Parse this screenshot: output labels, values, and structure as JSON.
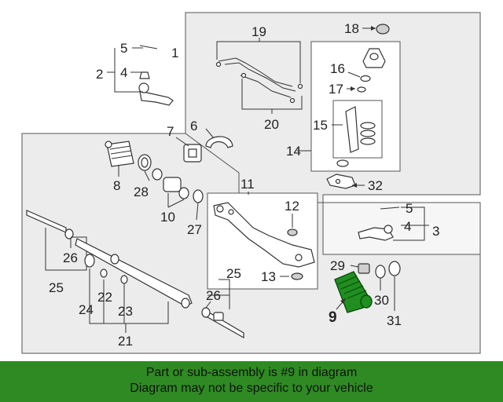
{
  "callouts": {
    "c1": "1",
    "c2": "2",
    "c3": "3",
    "c4a": "4",
    "c4b": "4",
    "c5a": "5",
    "c5b": "5",
    "c6": "6",
    "c7": "7",
    "c8": "8",
    "c9": "9",
    "c10": "10",
    "c11": "11",
    "c12": "12",
    "c13": "13",
    "c14": "14",
    "c15": "15",
    "c16": "16",
    "c17": "17",
    "c18": "18",
    "c19": "19",
    "c20": "20",
    "c21": "21",
    "c22": "22",
    "c23": "23",
    "c24": "24",
    "c25a": "25",
    "c25b": "25",
    "c26a": "26",
    "c26b": "26",
    "c27": "27",
    "c28": "28",
    "c29": "29",
    "c30": "30",
    "c31": "31",
    "c32": "32"
  },
  "footer": {
    "line1": "Part or sub-assembly is #9 in diagram",
    "line2": "Diagram may not be specific to your vehicle"
  },
  "colors": {
    "highlight": "#1f8f1f",
    "footer_bg": "#2f8a24"
  }
}
